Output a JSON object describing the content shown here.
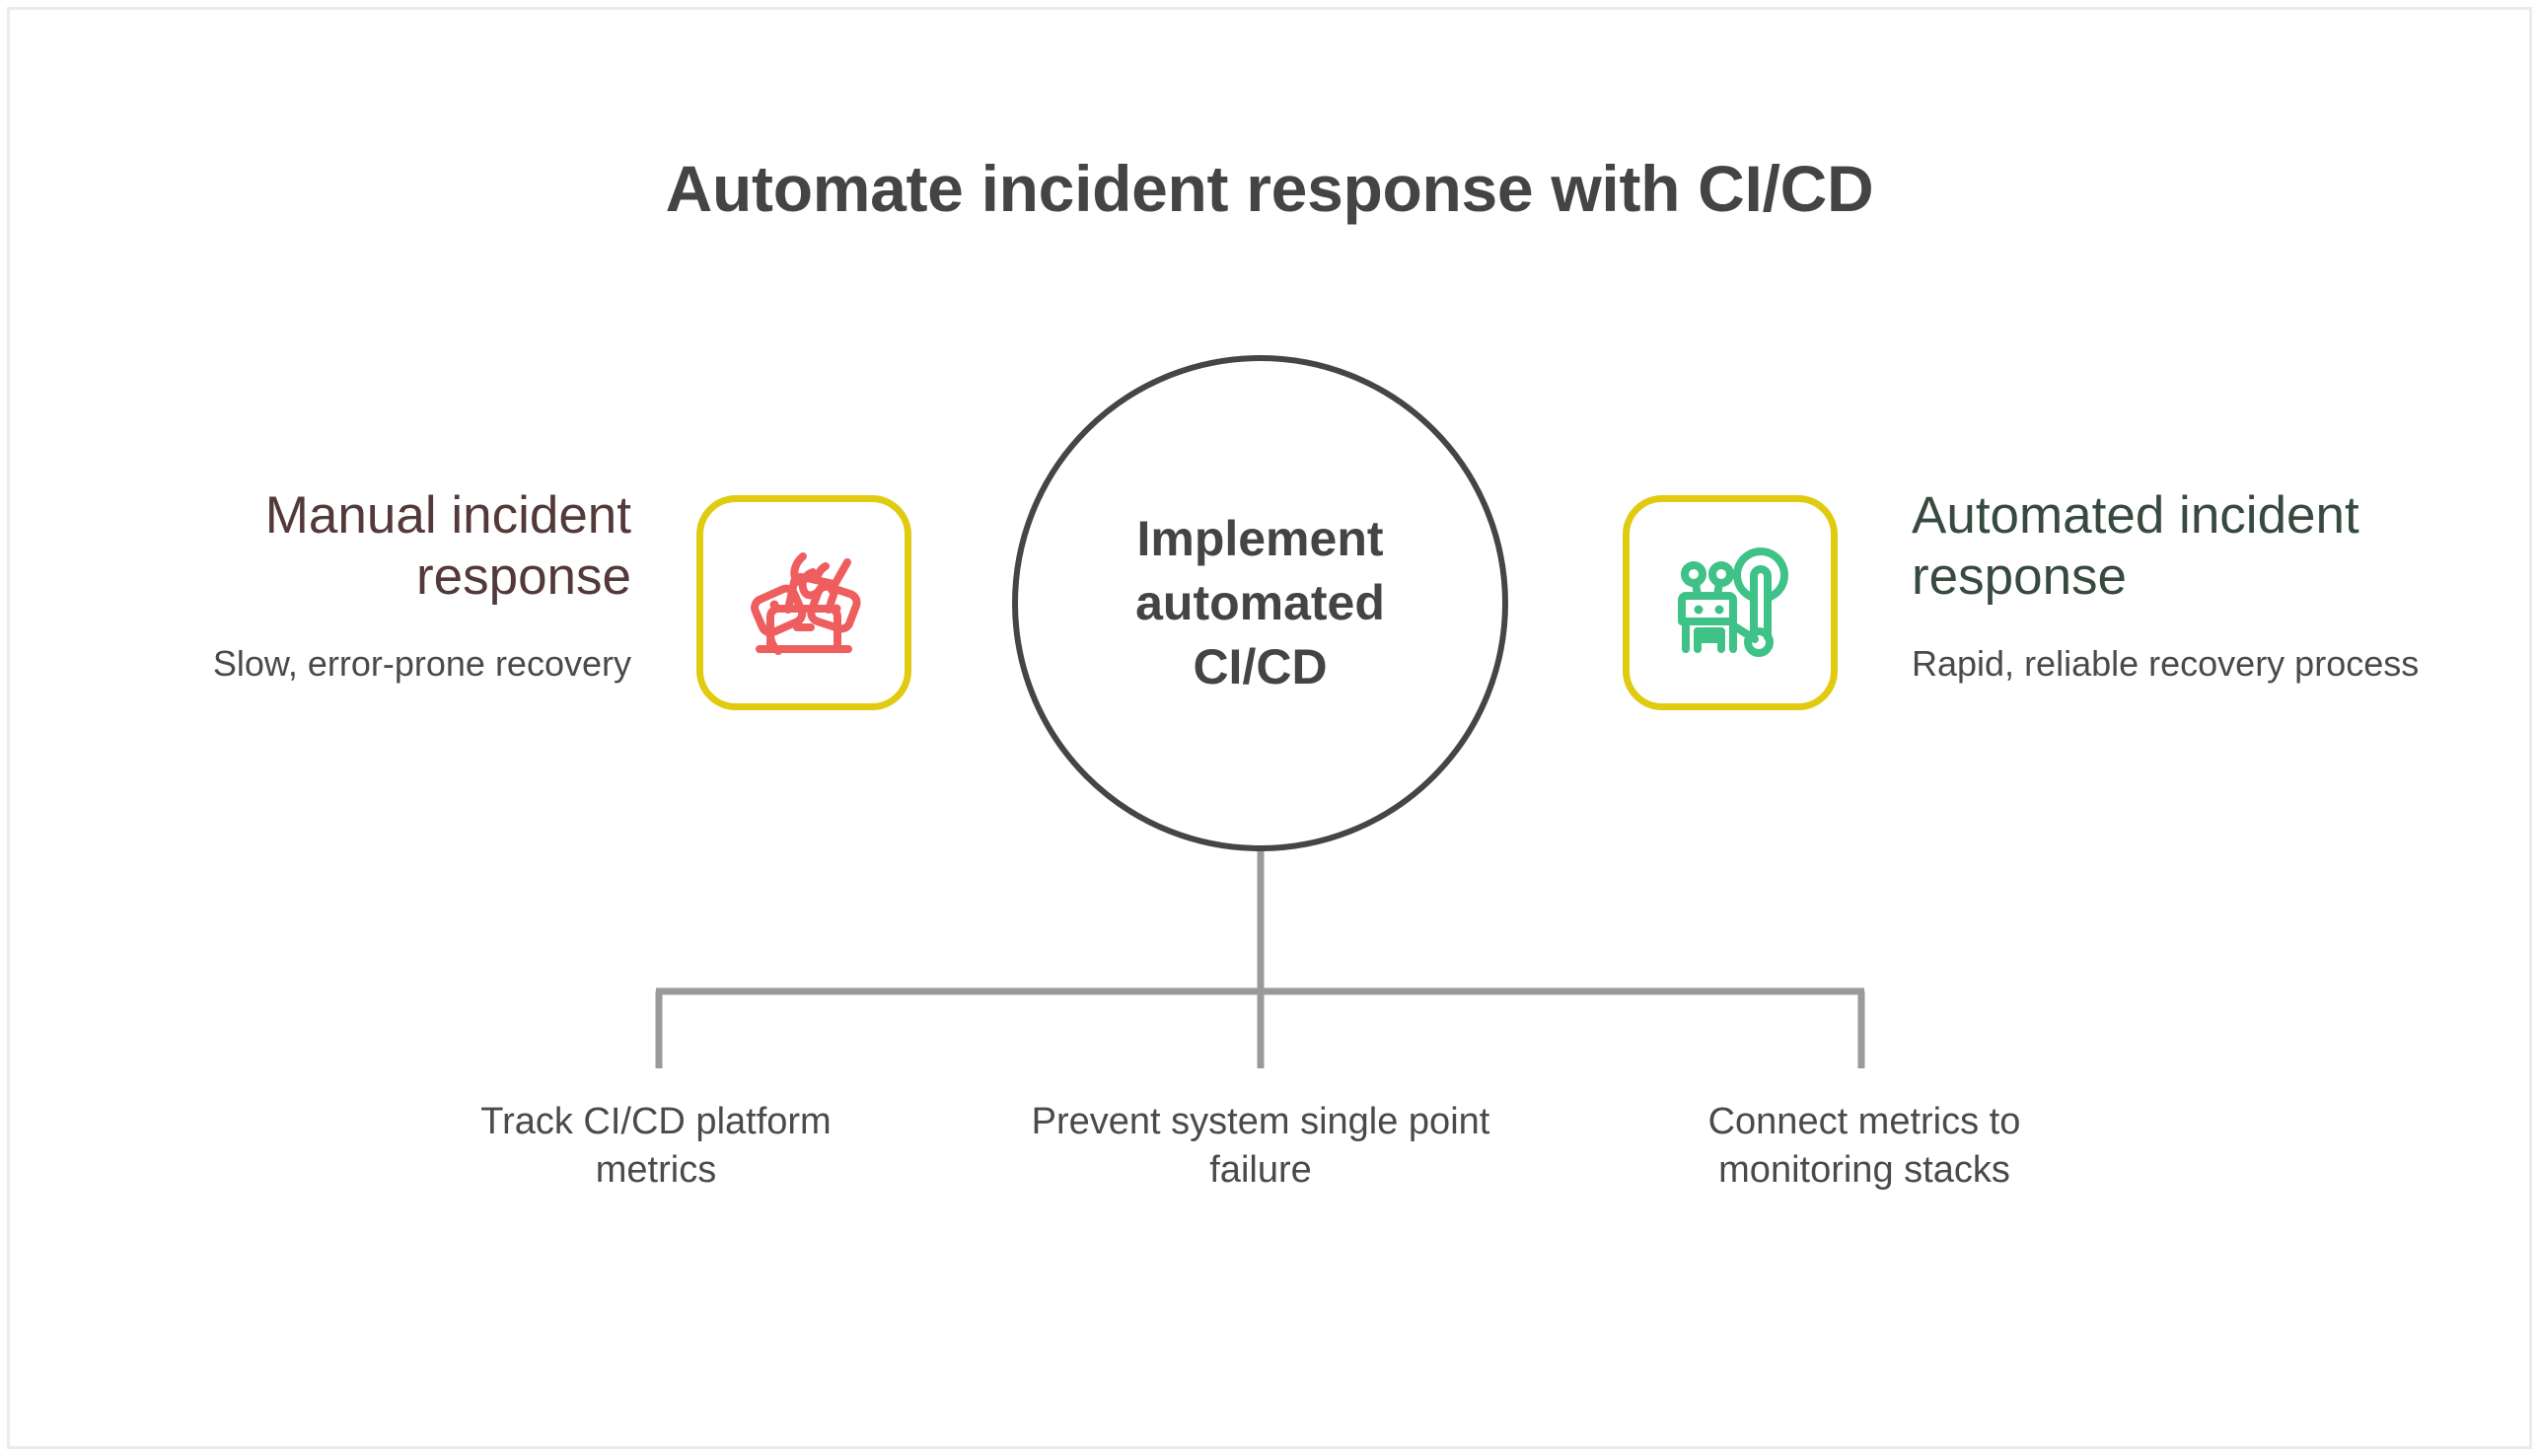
{
  "slide": {
    "title": "Automate incident response with CI/CD",
    "background_color": "#ffffff",
    "frame_color": "#ebebeb"
  },
  "center": {
    "label": "Implement\nautomated\nCI/CD",
    "outline_color": "#454545",
    "text_color": "#444444"
  },
  "left": {
    "heading": "Manual incident response",
    "subtext": "Slow, error-prone recovery",
    "heading_color": "#54393a",
    "subtext_color": "#4a4a4a",
    "icon": "frustrated-person-laptop-icon",
    "icon_color": "#ef5e5e",
    "tile_border_color": "#e1cb10"
  },
  "right": {
    "heading": "Automated incident response",
    "subtext": "Rapid, reliable recovery process",
    "heading_color": "#374a3f",
    "subtext_color": "#4a4a4a",
    "icon": "robot-wrench-icon",
    "icon_color": "#3ec287",
    "tile_border_color": "#e1cb10"
  },
  "branches": {
    "connector_color": "#9a9a9a",
    "items": [
      {
        "label": "Track CI/CD platform metrics"
      },
      {
        "label": "Prevent system single point failure"
      },
      {
        "label": "Connect metrics to monitoring stacks"
      }
    ]
  }
}
